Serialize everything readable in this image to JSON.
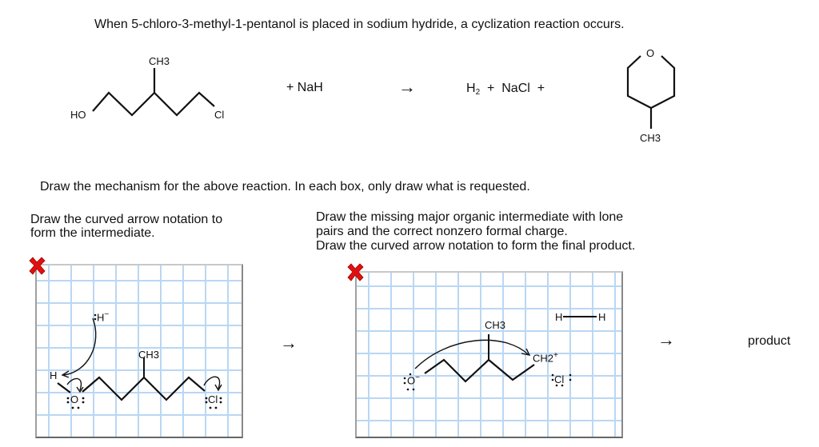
{
  "intro": "When 5-chloro-3-methyl-1-pentanol is placed in sodium hydride, a cyclization reaction occurs.",
  "reaction": {
    "reactant_labels": {
      "ho": "HO",
      "cl": "Cl",
      "ch3": "CH3"
    },
    "plus_nah": "+  NaH",
    "products": "H2 + NaCl +",
    "product_labels": {
      "o": "O",
      "ch3": "CH3"
    }
  },
  "instruction": "Draw the mechanism for the above reaction. In each box, only draw what is requested.",
  "box1": {
    "prompt_line1": "Draw the curved arrow notation to",
    "prompt_line2": "form the intermediate.",
    "labels": {
      "hydride": ":H",
      "hydride_charge": "−",
      "h": "H",
      "o": "O",
      "ch3": "CH3",
      "cl": "Cl"
    },
    "status": "incorrect"
  },
  "box2": {
    "prompt_line1": "Draw the missing major organic intermediate with lone",
    "prompt_line2": "pairs and the correct nonzero formal charge.",
    "prompt_line3": "Draw the curved arrow notation to form the final product.",
    "labels": {
      "o": "O",
      "o_charge": "−",
      "ch3": "CH3",
      "ch2": "CH2",
      "ch2_charge": "+",
      "cl": "Cl",
      "h2_left": "H",
      "h2_right": "H"
    },
    "status": "incorrect"
  },
  "arrows": {
    "reaction": "→"
  },
  "product_label": "product",
  "colors": {
    "grid": "#b9d7f3",
    "error_x": "#e01010"
  }
}
